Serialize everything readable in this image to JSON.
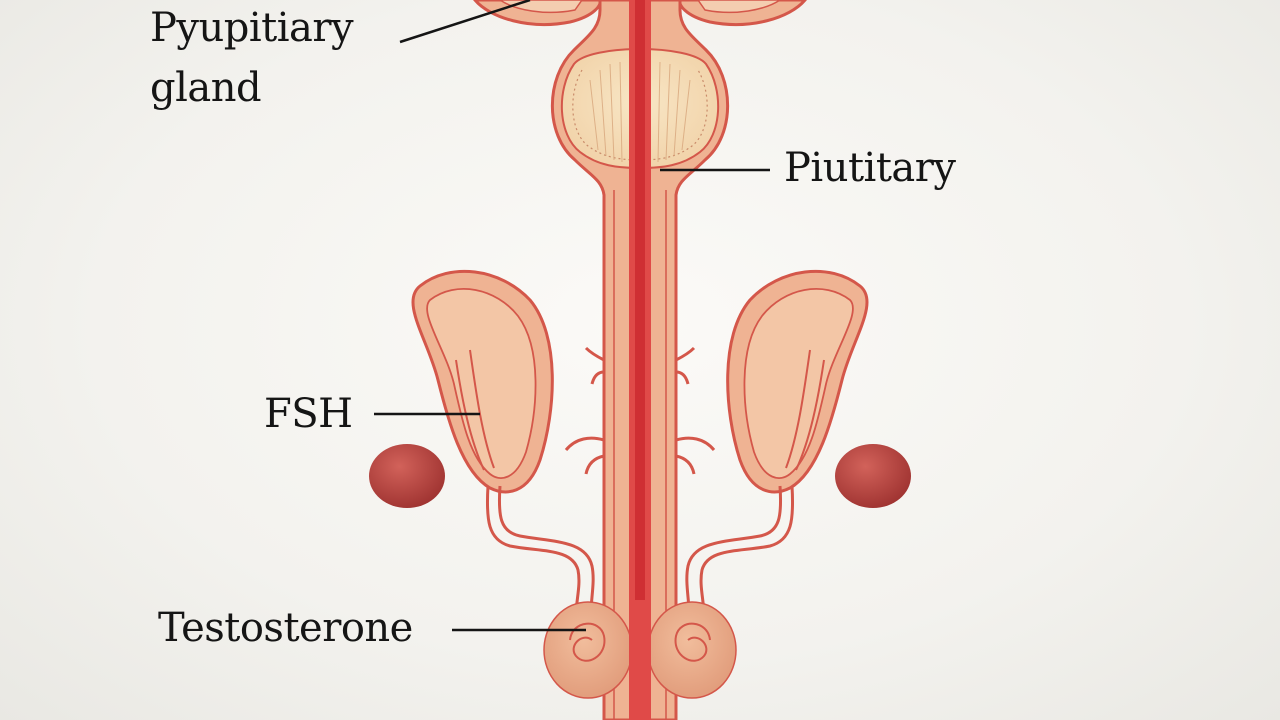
{
  "labels": {
    "pituitary_gland_line1": "Pyupitiary",
    "pituitary_gland_line2": "gland",
    "pituitary": "Piutitary",
    "fsh": "FSH",
    "testosterone": "Testosterone"
  },
  "colors": {
    "background": "#f3f2ee",
    "tissue_fill": "#eeaa8a",
    "tissue_light": "#f4c4a8",
    "tissue_outline": "#d4574a",
    "artery": "#d93a3a",
    "gland_inner": "#f6dfb8",
    "kidney": "#b8433e",
    "leader_line": "#151515"
  }
}
